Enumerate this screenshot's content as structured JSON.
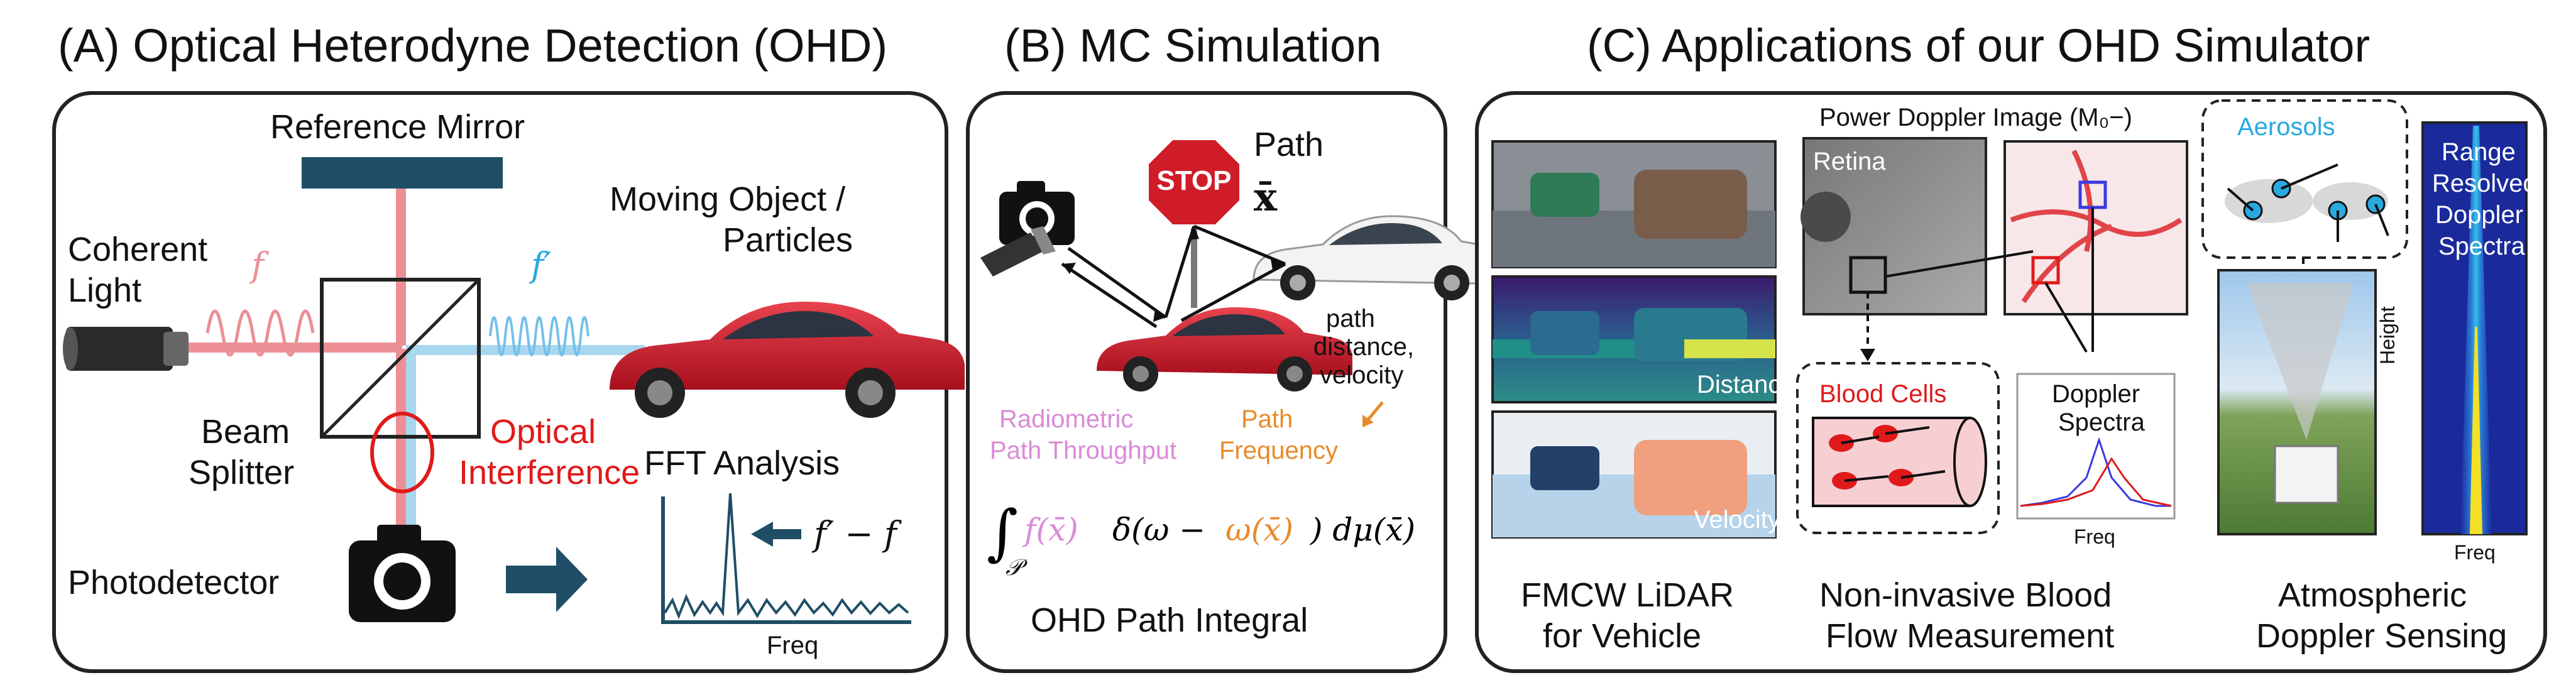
{
  "panel_a": {
    "title": "(A) Optical Heterodyne Detection (OHD)",
    "reference_mirror": "Reference Mirror",
    "coherent_light_1": "Coherent",
    "coherent_light_2": "Light",
    "freq_f": "f",
    "freq_fprime": "f′",
    "moving_object_1": "Moving Object /",
    "moving_object_2": "Particles",
    "beam_splitter_1": "Beam",
    "beam_splitter_2": "Splitter",
    "optical_interference_1": "Optical",
    "optical_interference_2": "Interference",
    "fft_analysis": "FFT Analysis",
    "beat_label": "f′ − f",
    "photodetector": "Photodetector",
    "freq_axis": "Freq"
  },
  "panel_b": {
    "title": "(B) MC Simulation",
    "stop_sign": "STOP",
    "path_label": "Path",
    "path_symbol": "x̄",
    "path_info_1": "path",
    "path_info_2": "distance,",
    "path_info_3": "velocity",
    "throughput_1": "Radiometric",
    "throughput_2": "Path Throughput",
    "frequency_1": "Path",
    "frequency_2": "Frequency",
    "integral_sign": "∫",
    "integral_domain": "𝒫",
    "integral_f": "f(x̄)",
    "integral_delta_open": "δ(ω −",
    "integral_omega": "ω(x̄)",
    "integral_close": ") dμ(x̄)",
    "footer": "OHD Path Integral"
  },
  "panel_c": {
    "title": "(C) Applications of our OHD Simulator",
    "distance_label": "Distance",
    "velocity_label": "Velocity",
    "lidar_1": "FMCW LiDAR",
    "lidar_2": "for Vehicle",
    "power_doppler": "Power Doppler Image (M₀−)",
    "retina": "Retina",
    "blood_cells": "Blood Cells",
    "doppler_1": "Doppler",
    "doppler_2": "Spectra",
    "freq_axis": "Freq",
    "blood_1": "Non-invasive Blood",
    "blood_2": "Flow Measurement",
    "aerosols": "Aerosols",
    "range_1": "Range",
    "range_2": "Resolved",
    "range_3": "Doppler",
    "range_4": "Spectra",
    "height_axis": "Height",
    "freq_axis_2": "Freq",
    "atmo_1": "Atmospheric",
    "atmo_2": "Doppler Sensing"
  },
  "colors": {
    "beam_red": "#ec8f95",
    "beam_blue": "#a9d7ee",
    "mirror": "#1f4e66",
    "highlight_red": "#e01a1a",
    "cyan": "#29a9e0",
    "pink": "#d98bd6",
    "orange": "#e98a2a"
  }
}
